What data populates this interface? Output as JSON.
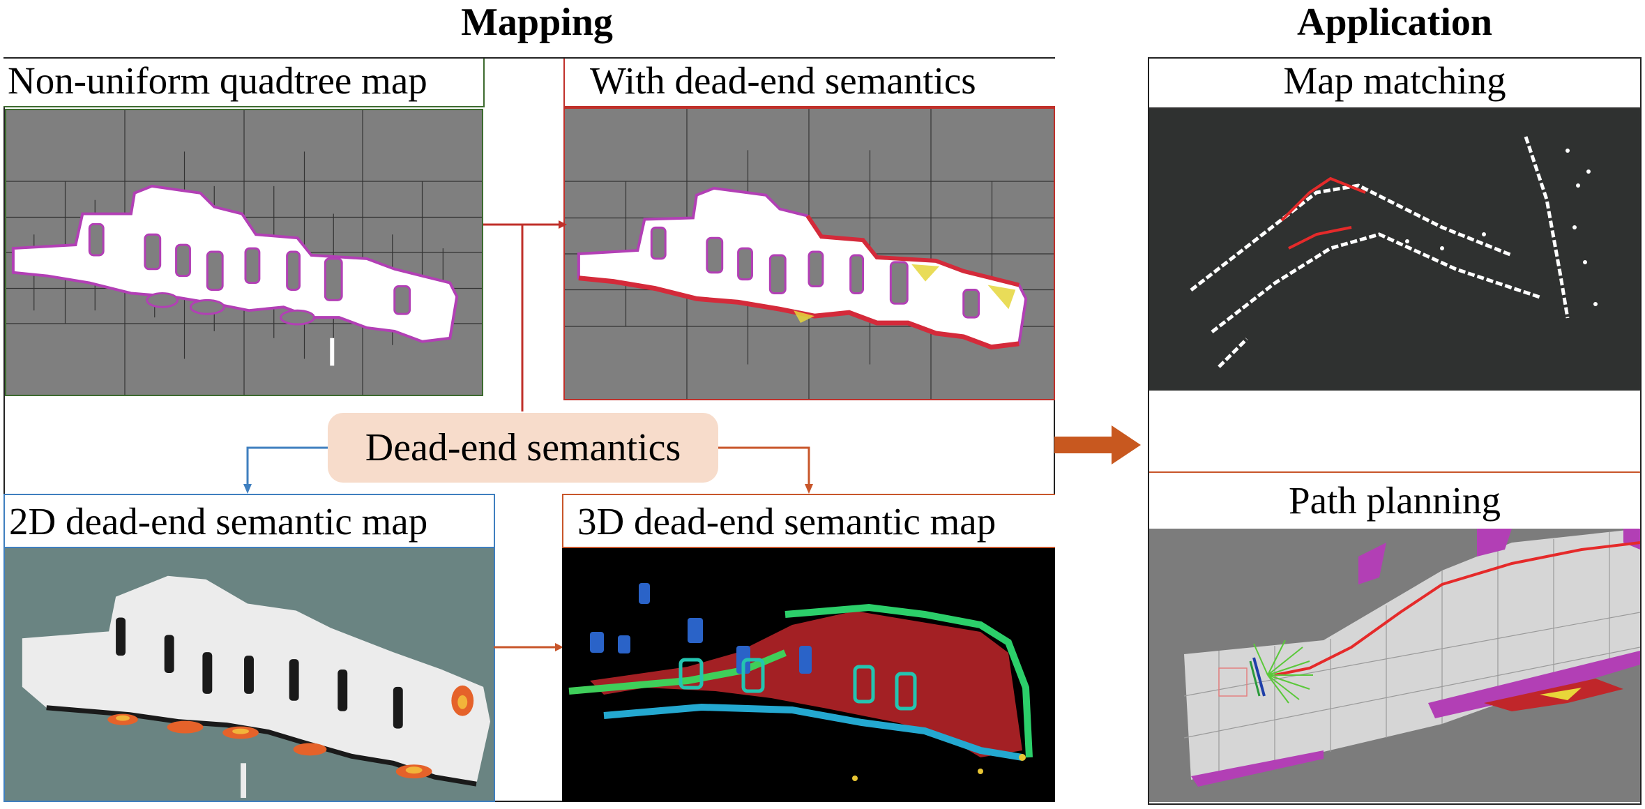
{
  "sections": {
    "mapping": "Mapping",
    "application": "Application"
  },
  "panels": {
    "quadtree": "Non-uniform quadtree map",
    "dead_end": "With dead-end semantics",
    "map2d": "2D dead-end semantic map",
    "map3d": "3D dead-end semantic map",
    "matching": "Map matching",
    "planning": "Path planning"
  },
  "center_label": "Dead-end semantics",
  "colors": {
    "quadtree_border": "#3d6b2f",
    "dead_end_border": "#c0302a",
    "map2d_border": "#3f7fbf",
    "map3d_border": "#c8562a",
    "semantic_fill": "#f7dccb",
    "arrow_fill": "#c8581f",
    "occupied_grey": "#7f7f7f",
    "boundary_magenta": "#b23fb5"
  }
}
